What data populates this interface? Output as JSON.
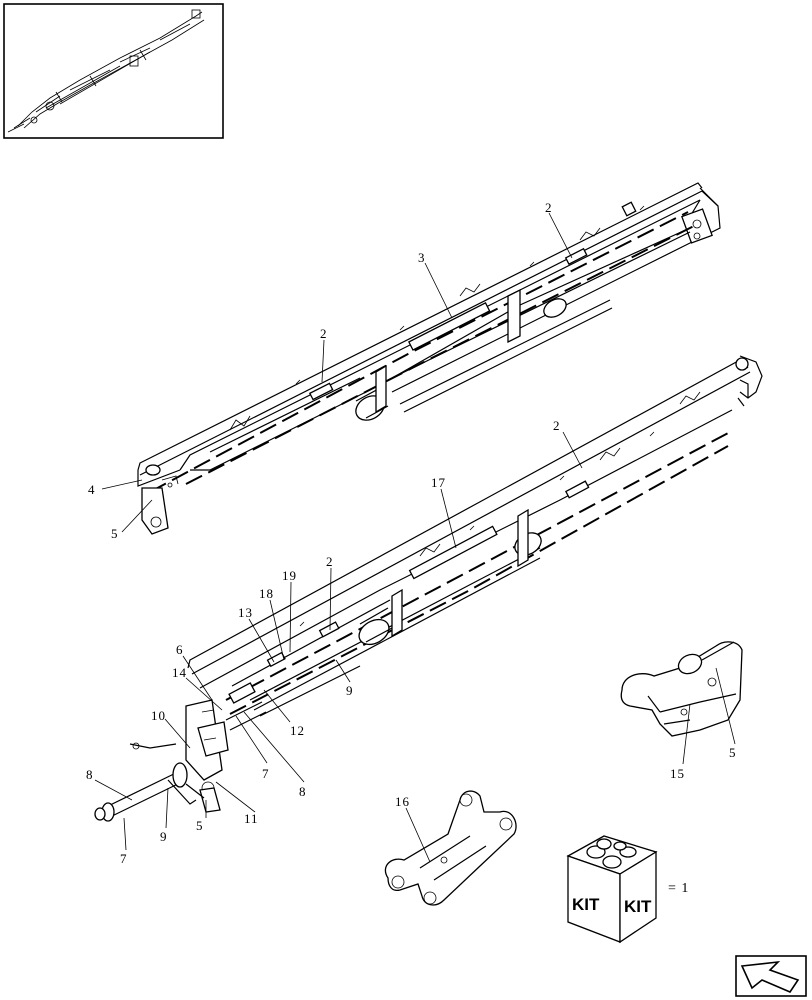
{
  "callouts": {
    "c2a": "2",
    "c3": "3",
    "c2b": "2",
    "c4": "4",
    "c5a": "5",
    "c2c": "2",
    "c17": "17",
    "c19": "19",
    "c18": "18",
    "c2d": "2",
    "c13": "13",
    "c6": "6",
    "c14": "14",
    "c9a": "9",
    "c12": "12",
    "c10": "10",
    "c7a": "7",
    "c8a": "8",
    "c8b": "8",
    "c11": "11",
    "c5b": "5",
    "c9b": "9",
    "c7b": "7",
    "c5c": "5",
    "c15": "15",
    "c16": "16"
  },
  "kit": {
    "label_left": "KIT",
    "label_right": "KIT",
    "equals": "= 1"
  },
  "icons": {
    "thumbnail": "overview-thumbnail-icon",
    "navigation": "next-page-arrow-icon"
  }
}
